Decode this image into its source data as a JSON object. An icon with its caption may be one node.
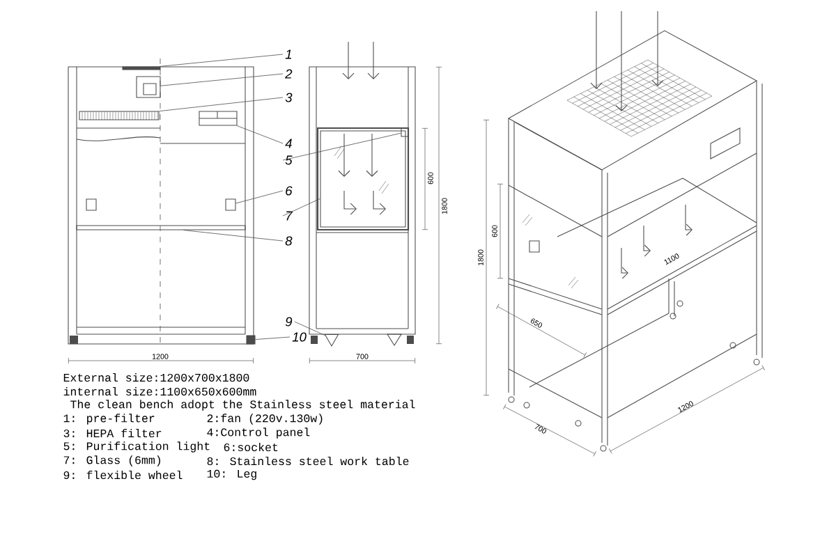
{
  "diagram": {
    "nodes": [
      {
        "text": [
          "1"
        ]
      },
      {
        "text": [
          "2"
        ]
      },
      {
        "text": [
          "3"
        ]
      },
      {
        "text": [
          "4"
        ]
      },
      {
        "text": [
          "5"
        ]
      },
      {
        "text": [
          "6"
        ]
      },
      {
        "text": [
          "7"
        ]
      },
      {
        "text": [
          "8"
        ]
      },
      {
        "text": [
          "9"
        ]
      },
      {
        "text": [
          "10"
        ]
      },
      {
        "text": [],
        "shape": "bar"
      },
      {
        "text": [],
        "shape": "box"
      },
      {
        "text": [],
        "shape": "box"
      },
      {
        "text": [],
        "shape": "box"
      },
      {
        "text": [],
        "shape": "box"
      },
      {
        "text": [],
        "shape": "box"
      },
      {
        "text": [],
        "shape": "box"
      },
      {
        "text": [],
        "shape": "box"
      },
      {
        "text": [],
        "shape": "triangle"
      },
      {
        "text": [],
        "shape": "bar"
      }
    ],
    "edges": [
      {
        "from": 0,
        "to": 10,
        "arrow": "none"
      },
      {
        "from": 1,
        "to": 11,
        "arrow": "none"
      },
      {
        "from": 2,
        "to": 12,
        "arrow": "none"
      },
      {
        "from": 3,
        "to": 13,
        "arrow": "none"
      },
      {
        "from": 4,
        "to": 14,
        "arrow": "none"
      },
      {
        "from": 5,
        "to": 15,
        "arrow": "none"
      },
      {
        "from": 6,
        "to": 16,
        "arrow": "none"
      },
      {
        "from": 7,
        "to": 17,
        "arrow": "none"
      },
      {
        "from": 8,
        "to": 18,
        "arrow": "none"
      },
      {
        "from": 9,
        "to": 19,
        "arrow": "none"
      }
    ],
    "labels": [
      "1200",
      "700",
      "600",
      "1800",
      "1800",
      "600",
      "1100",
      "650",
      "700",
      "1200",
      "External size:1200x700x1800",
      "internal size:1100x650x600mm",
      "The clean bench adopt the Stainless steel material",
      "1: pre-filter",
      "2:fan (220v.130w)",
      "3: HEPA filter",
      "4:Control panel",
      "5: Purification light",
      "6:socket",
      "7: Glass (6mm)",
      "8: Stainless steel work table",
      "9: flexible wheel",
      "10: Leg"
    ]
  }
}
